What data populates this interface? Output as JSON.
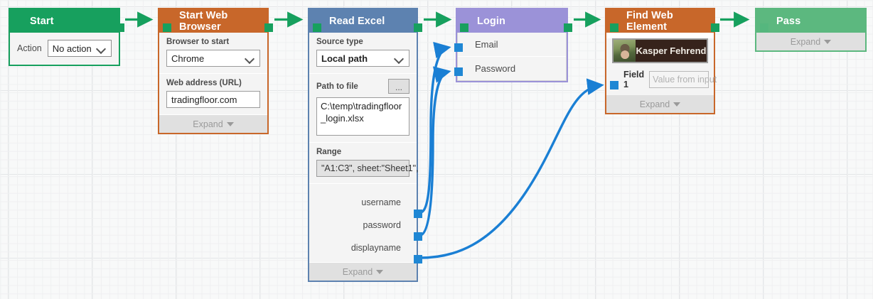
{
  "canvas": {
    "background": "#f8f9f9",
    "grid_minor": "#eff0f1",
    "grid_major": "#e4e6e8"
  },
  "colors": {
    "green": "#17a05e",
    "green_light": "#5cb87f",
    "orange": "#c8672a",
    "blue_steel": "#5d82b0",
    "purple": "#9b92d8",
    "port_blue": "#1f87d4",
    "edge_blue": "#1a7fd4",
    "edge_green": "#17a05e"
  },
  "common": {
    "expand_label": "Expand"
  },
  "nodes": {
    "start": {
      "title": "Start",
      "action_label": "Action",
      "action_value": "No action"
    },
    "browser": {
      "title": "Start Web Browser",
      "browser_label": "Browser to start",
      "browser_value": "Chrome",
      "url_label": "Web address (URL)",
      "url_value": "tradingfloor.com",
      "expand_label": "Expand"
    },
    "excel": {
      "title": "Read Excel",
      "source_label": "Source type",
      "source_value": "Local path",
      "path_label": "Path to file",
      "browse_button": "...",
      "path_value": "C:\\temp\\tradingfloor_login.xlsx",
      "range_label": "Range",
      "range_value": "\"A1:C3\", sheet:\"Sheet1\",",
      "outputs": [
        "username",
        "password",
        "displayname"
      ],
      "expand_label": "Expand"
    },
    "login": {
      "title": "Login",
      "inputs": [
        "Email",
        "Password"
      ]
    },
    "find": {
      "title": "Find Web Element",
      "avatar_name": "Kasper Fehrend",
      "field_label": "Field 1",
      "field_placeholder": "Value from input",
      "expand_label": "Expand"
    },
    "pass": {
      "title": "Pass",
      "expand_label": "Expand"
    }
  },
  "edges": [
    {
      "from": "start",
      "to": "browser",
      "kind": "flow",
      "color": "#17a05e"
    },
    {
      "from": "browser",
      "to": "excel",
      "kind": "flow",
      "color": "#17a05e"
    },
    {
      "from": "excel",
      "to": "login",
      "kind": "flow",
      "color": "#17a05e"
    },
    {
      "from": "login",
      "to": "find",
      "kind": "flow",
      "color": "#17a05e"
    },
    {
      "from": "find",
      "to": "pass",
      "kind": "flow",
      "color": "#17a05e"
    },
    {
      "from": "excel.username",
      "to": "login.Email",
      "kind": "data",
      "color": "#1a7fd4"
    },
    {
      "from": "excel.password",
      "to": "login.Password",
      "kind": "data",
      "color": "#1a7fd4"
    },
    {
      "from": "excel.displayname",
      "to": "find.Field 1",
      "kind": "data",
      "color": "#1a7fd4"
    }
  ]
}
